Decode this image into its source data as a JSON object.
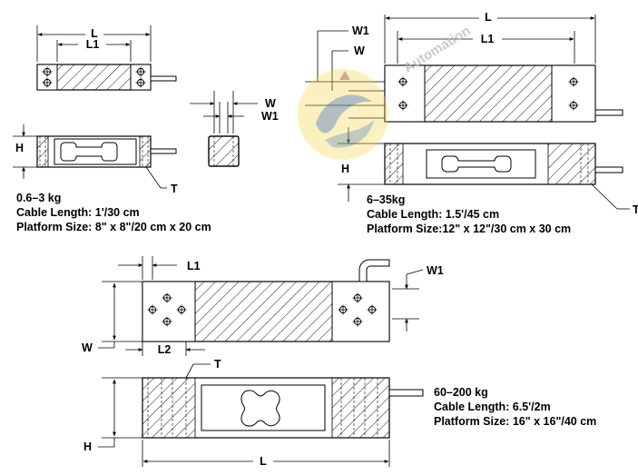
{
  "dimension_labels": {
    "L": "L",
    "L1": "L1",
    "L2": "L2",
    "W": "W",
    "W1": "W1",
    "H": "H",
    "T": "T"
  },
  "models": [
    {
      "capacity": "0.6–3 kg",
      "cable_length": "Cable Length: 1'/30 cm",
      "platform_size": "Platform Size: 8\" x 8\"/20 cm x 20 cm"
    },
    {
      "capacity": "6–35kg",
      "cable_length": "Cable Length: 1.5'/45 cm",
      "platform_size": "Platform Size:12\" x 12\"/30 cm x 30 cm"
    },
    {
      "capacity": "60–200 kg",
      "cable_length": "Cable Length: 6.5'/2m",
      "platform_size": "Platform Size: 16\" x 16\"/40 cm"
    }
  ],
  "watermark": {
    "text": "Automation",
    "logo_colors": [
      "#f2d43a",
      "#3c6fc4",
      "#7a2f2f"
    ]
  }
}
